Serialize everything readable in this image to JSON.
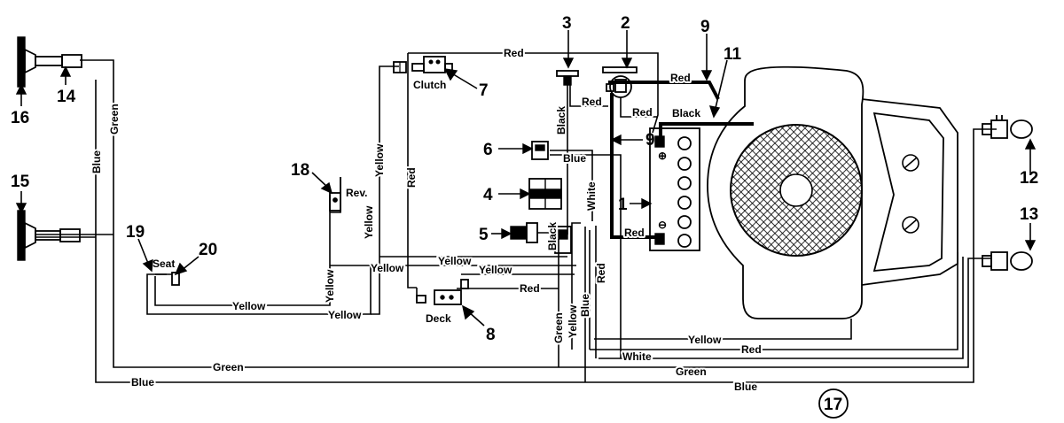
{
  "callouts": {
    "c1": "1",
    "c2": "2",
    "c3": "3",
    "c4": "4",
    "c5": "5",
    "c6": "6",
    "c7": "7",
    "c8": "8",
    "c9a": "9",
    "c9b": "9",
    "c11": "11",
    "c12": "12",
    "c13": "13",
    "c14": "14",
    "c15": "15",
    "c16": "16",
    "c17": "17",
    "c18": "18",
    "c19": "19",
    "c20": "20"
  },
  "components": {
    "clutch": "Clutch",
    "reverse": "Rev.",
    "seat": "Seat",
    "deck": "Deck"
  },
  "wires": {
    "red_top": "Red",
    "red_2a": "Red",
    "red_2b": "Red",
    "red_3": "Red",
    "black_11": "Black",
    "black_3": "Black",
    "blue_6": "Blue",
    "white_6": "White",
    "red_battery": "Red",
    "black_5": "Black",
    "yellow_clutch": "Yellow",
    "yellow_rev": "Yellow",
    "red_clutch": "Red",
    "yellow_h1": "Yellow",
    "yellow_h2": "Yellow",
    "yellow_h3": "Yellow",
    "yellow_v1": "Yellow",
    "yellow_seat": "Yellow",
    "yellow_seat2": "Yellow",
    "red_deck": "Red",
    "green_v": "Green",
    "yellow_v2": "Yellow",
    "blue_v2": "Blue",
    "red_v": "Red",
    "green_left": "Green",
    "blue_left": "Blue",
    "yellow_bottom": "Yellow",
    "red_bottom": "Red",
    "white_bottom": "White",
    "green_bottom1": "Green",
    "green_bottom2": "Green",
    "blue_bottom1": "Blue",
    "blue_bottom2": "Blue"
  }
}
